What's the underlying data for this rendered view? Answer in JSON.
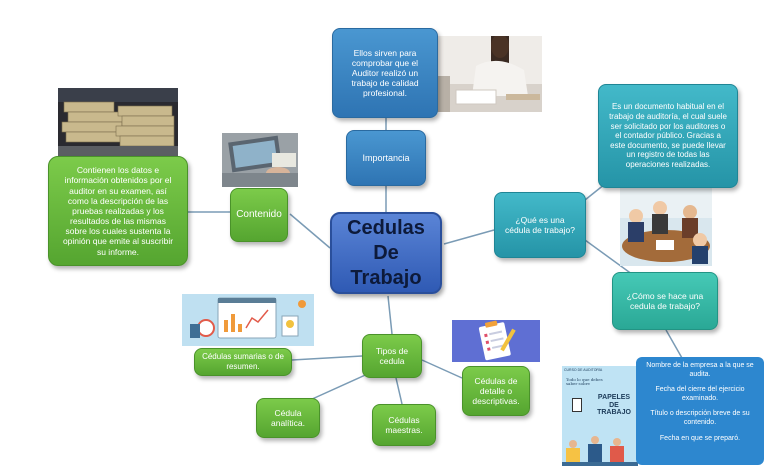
{
  "center": {
    "line1": "Cedulas",
    "line2": "De Trabajo"
  },
  "nodes": {
    "importancia": "Importancia",
    "importancia_text": "Ellos sirven para comprobar que el Auditor realizó un trabajo de calidad profesional.",
    "que_es": "¿Qué es una cédula de trabajo?",
    "que_es_text": "Es un documento habitual en el trabajo de auditoría, el cual suele ser solicitado por los auditores o el contador público. Gracias a este documento, se puede llevar un registro de todas las operaciones realizadas.",
    "como_se_hace": "¿Cómo se hace una cedula de trabajo?",
    "contenido": "Contenido",
    "contenido_text": "Contienen los datos e información obtenidos por el auditor en su examen, así como la descripción de las pruebas realizadas y los resultados de las mismas sobre los cuales sustenta la opinión que emite al suscribir su informe.",
    "tipos": "Tipos de cedula",
    "sumarias": "Cédulas sumarias o de resumen.",
    "analitica": "Cédula analítica.",
    "maestras": "Cédulas maestras.",
    "detalle": "Cédulas de detalle o descriptivas."
  },
  "info_box": {
    "items": [
      "Nombre de la empresa a la que se audita.",
      "Fecha del cierre del ejercicio examinado.",
      "Título o descripción breve de su contenido.",
      "Fecha en que se preparó."
    ]
  },
  "poster": {
    "header": "CURSO DE AUDITORÍA",
    "subtitle": "Todo lo que debes saber sobre",
    "title_line1": "PAPELES",
    "title_line2": "DE",
    "title_line3": "TRABAJO"
  },
  "colors": {
    "blue": "#2e74b3",
    "teal": "#2594a7",
    "mint": "#2aa896",
    "green": "#55a530",
    "center": "#2f5ab4",
    "info": "#2d87cf"
  }
}
